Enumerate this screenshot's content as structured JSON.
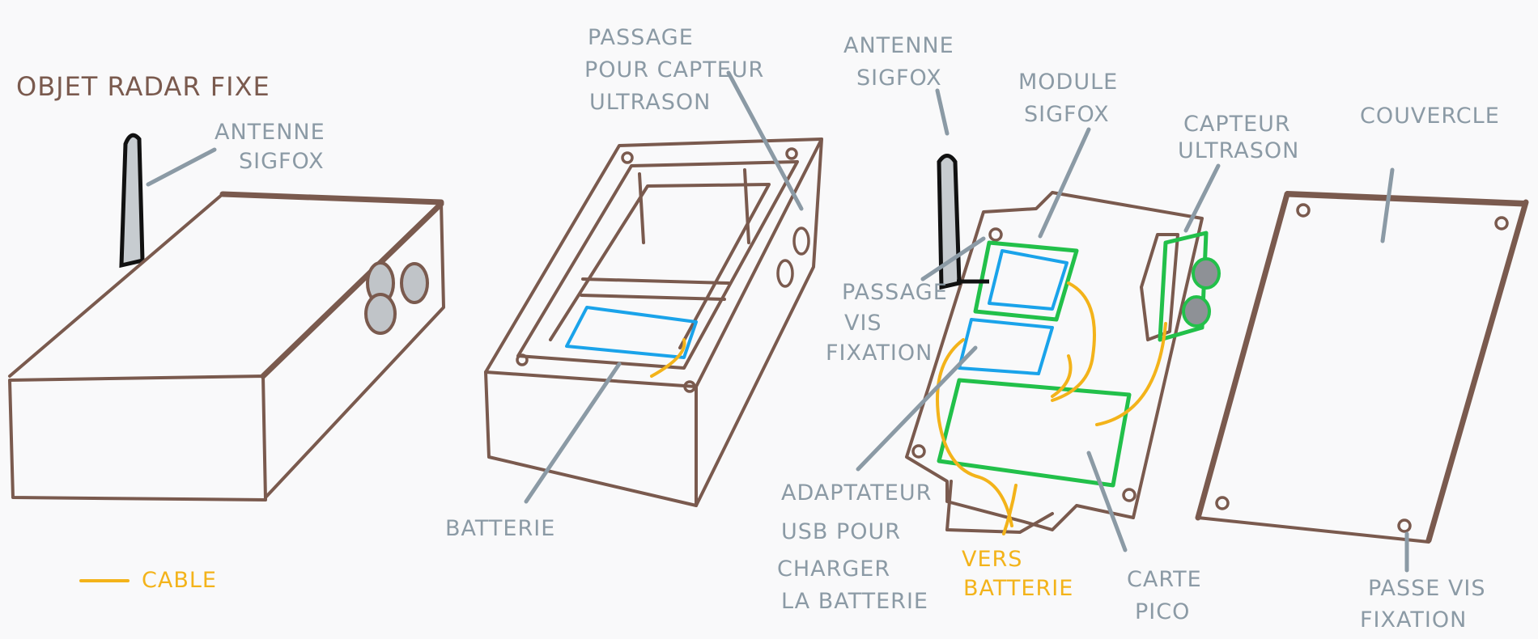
{
  "title": "OBJET RADAR FIXE",
  "labels": {
    "antenne_1": [
      "ANTENNE",
      "SIGFOX"
    ],
    "passage_capteur": [
      "PASSAGE",
      "POUR CAPTEUR",
      "ULTRASON"
    ],
    "batterie": "BATTERIE",
    "antenne_2": [
      "ANTENNE",
      "SIGFOX"
    ],
    "module_sigfox": [
      "MODULE",
      "SIGFOX"
    ],
    "capteur_ultrason": [
      "CAPTEUR",
      "ULTRASON"
    ],
    "couvercle": "COUVERCLE",
    "passage_vis": [
      "PASSAGE",
      "VIS",
      "FIXATION"
    ],
    "adaptateur_usb": [
      "ADAPTATEUR",
      "USB POUR",
      "CHARGER",
      "LA BATTERIE"
    ],
    "vers_batterie": [
      "VERS",
      "BATTERIE"
    ],
    "carte_pico": [
      "CARTE",
      "PICO"
    ],
    "passe_vis": [
      "PASSE VIS",
      "FIXATION"
    ]
  },
  "legend": {
    "cable": "CABLE"
  },
  "colors": {
    "outline": "#7a5a4e",
    "label": "#8b9aa5",
    "cable": "#f3b31a",
    "blue_part": "#1aa3ea",
    "green_part": "#22c04a",
    "antenna": "#111111"
  }
}
